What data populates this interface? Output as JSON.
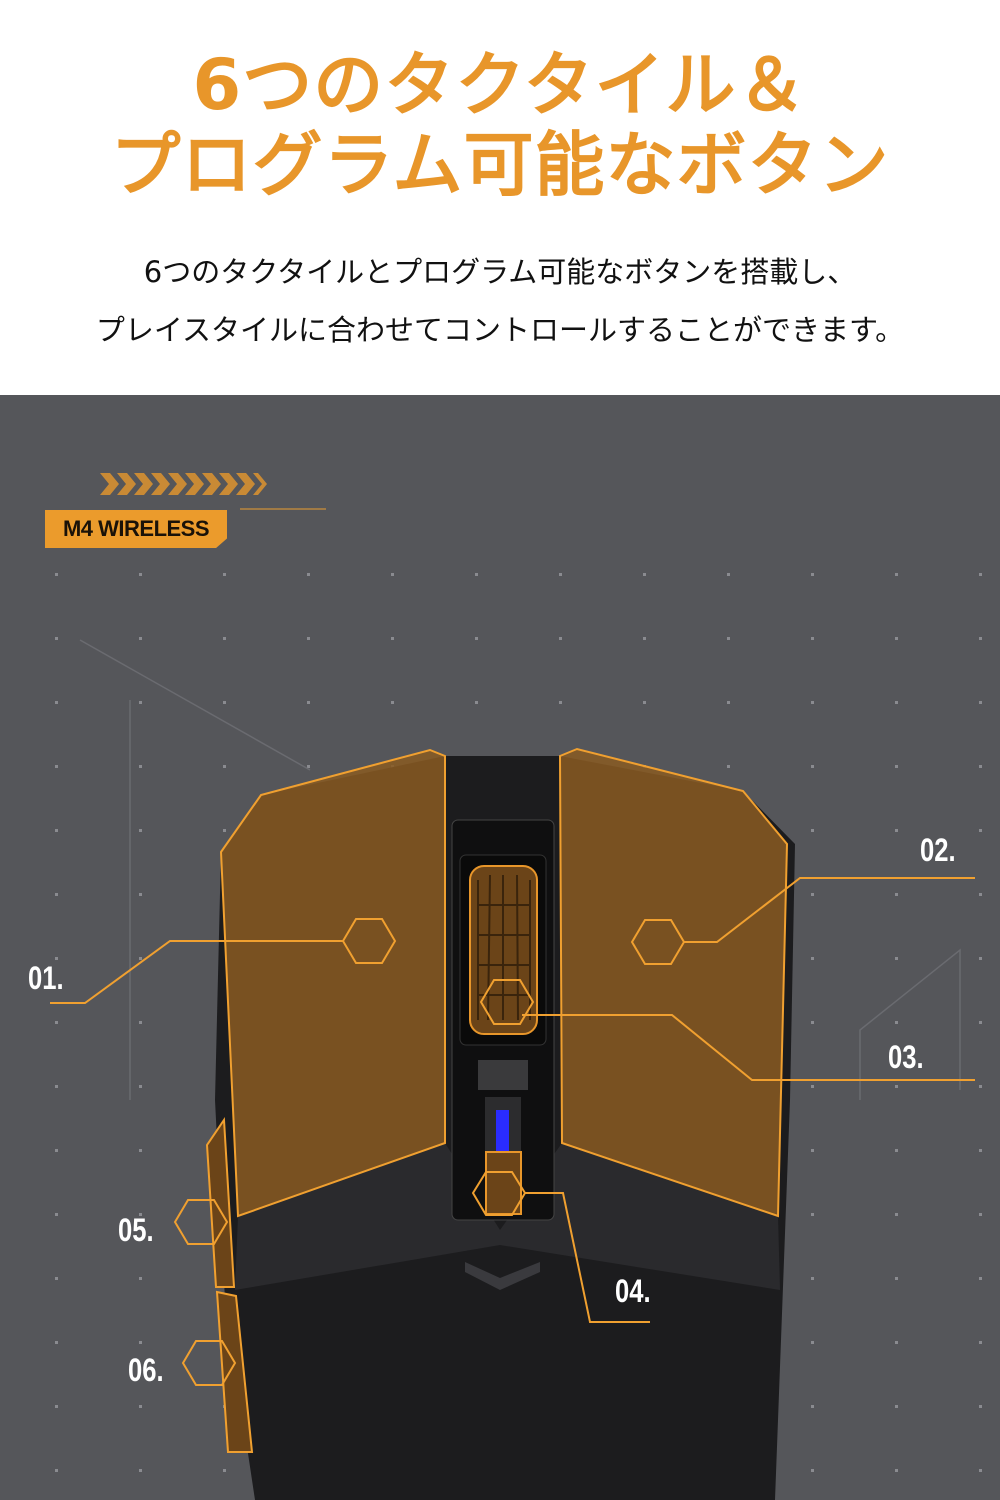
{
  "header": {
    "title_line1": "6つのタクタイル＆",
    "title_line2": "プログラム可能なボタン",
    "subtitle_line1": "6つのタクタイルとプログラム可能なボタンを搭載し、",
    "subtitle_line2": "プレイスタイルに合わせてコントロールすることができます。"
  },
  "product": {
    "badge": "M4 WIRELESS",
    "labels": [
      "01.",
      "02.",
      "03.",
      "04.",
      "05.",
      "06."
    ]
  },
  "colors": {
    "accent": "#e8962a",
    "panel": "#55565a",
    "mouse": "#1c1c1e",
    "led": "#2a2cff"
  }
}
